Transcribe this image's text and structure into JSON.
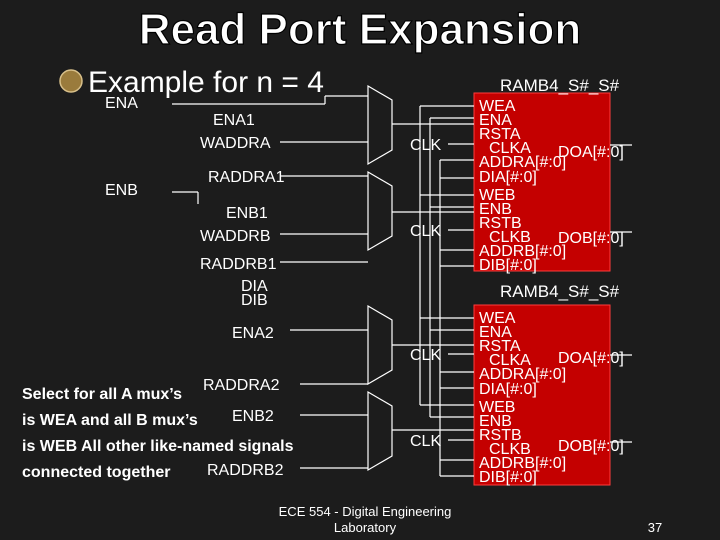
{
  "slide": {
    "title": "Read Port Expansion",
    "bullet": "Example for n = 4",
    "page_number": "37",
    "footer": [
      "ECE 554 - Digital Engineering",
      "Laboratory"
    ]
  },
  "signals": {
    "ena": "ENA",
    "enb": "ENB",
    "ena1": "ENA1",
    "waddra": "WADDRA",
    "raddra1": "RADDRA1",
    "enb1": "ENB1",
    "waddrb": "WADDRB",
    "raddrb1": "RADDRB1",
    "dia": "DIA",
    "dib": "DIB",
    "ena2": "ENA2",
    "raddra2": "RADDRA2",
    "enb2": "ENB2",
    "raddrb2": "RADDRB2",
    "clk": "CLK"
  },
  "ram_blocks": [
    {
      "name": "RAMB4_S#_S#",
      "ports": {
        "wea": "WEA",
        "ena": "ENA",
        "rsta": "RSTA",
        "clka": "CLKA",
        "doa": "DOA[#:0]",
        "addra": "ADDRA[#:0]",
        "dia": "DIA[#:0]",
        "web": "WEB",
        "enb": "ENB",
        "rstb": "RSTB",
        "clkb": "CLKB",
        "dob": "DOB[#:0]",
        "addrb": "ADDRB[#:0]",
        "dib": "DIB[#:0]"
      }
    },
    {
      "name": "RAMB4_S#_S#",
      "ports": {
        "wea": "WEA",
        "ena": "ENA",
        "rsta": "RSTA",
        "clka": "CLKA",
        "doa": "DOA[#:0]",
        "addra": "ADDRA[#:0]",
        "dia": "DIA[#:0]",
        "web": "WEB",
        "enb": "ENB",
        "rstb": "RSTB",
        "clkb": "CLKB",
        "dob": "DOB[#:0]",
        "addrb": "ADDRB[#:0]",
        "dib": "DIB[#:0]"
      }
    }
  ],
  "note": {
    "line1": "Select for all A mux’s",
    "line2": "is WEA and all B mux’s",
    "line3": "is WEB All other like-named signals",
    "line4": "connected together"
  },
  "colors": {
    "background": "#1c1c1c",
    "ram_fill": "#c40000",
    "text": "#ffffff"
  }
}
